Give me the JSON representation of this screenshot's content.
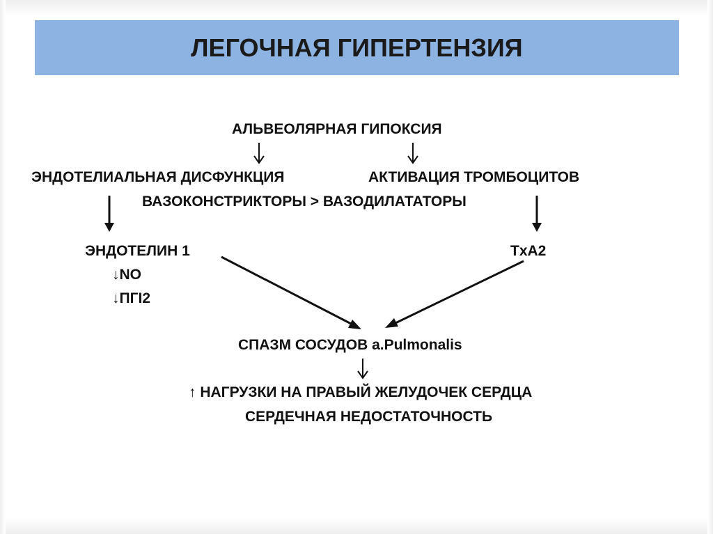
{
  "title": "ЛЕГОЧНАЯ ГИПЕРТЕНЗИЯ",
  "colors": {
    "title_bar": "#8db3e2",
    "text": "#111111",
    "arrow": "#111111"
  },
  "nodes": {
    "alveolar_hypoxia": "АЛЬВЕОЛЯРНАЯ ГИПОКСИЯ",
    "endothelial_dysfunction": "ЭНДОТЕЛИАЛЬНАЯ ДИСФУНКЦИЯ",
    "platelet_activation": "АКТИВАЦИЯ ТРОМБОЦИТОВ",
    "vasoconstrictors": "ВАЗОКОНСТРИКТОРЫ > ВАЗОДИЛАТАТОРЫ",
    "endothelin": "ЭНДОТЕЛИН 1",
    "no_decrease": "↓NO",
    "pgi2_decrease": "↓ПГI2",
    "txa2": "TxA2",
    "vessel_spasm": "СПАЗМ СОСУДОВ a.Pulmonalis",
    "right_ventricle_load": "↑ НАГРУЗКИ НА ПРАВЫЙ ЖЕЛУДОЧЕК СЕРДЦА",
    "heart_failure": "СЕРДЕЧНАЯ НЕДОСТАТОЧНОСТЬ"
  },
  "edges": [
    {
      "from": "alveolar_hypoxia",
      "to": "endothelial_dysfunction"
    },
    {
      "from": "alveolar_hypoxia",
      "to": "platelet_activation"
    },
    {
      "from": "endothelial_dysfunction",
      "to": "endothelin"
    },
    {
      "from": "platelet_activation",
      "to": "txa2"
    },
    {
      "from": "endothelin",
      "to": "vessel_spasm"
    },
    {
      "from": "txa2",
      "to": "vessel_spasm"
    },
    {
      "from": "vessel_spasm",
      "to": "right_ventricle_load"
    }
  ]
}
